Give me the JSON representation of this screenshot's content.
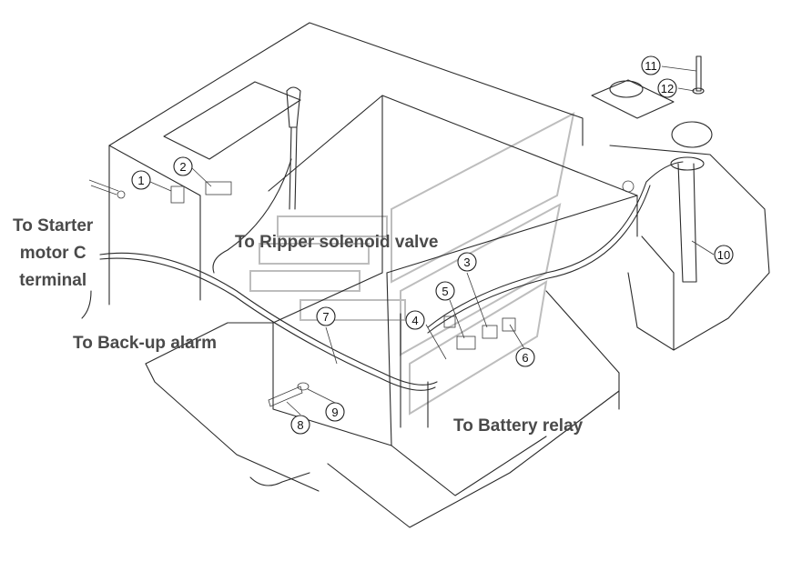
{
  "labels": {
    "starter": "To Starter\nmotor C\nterminal",
    "ripper": "To Ripper solenoid valve",
    "backup": "To Back-up alarm",
    "battery": "To Battery relay"
  },
  "callouts": [
    "1",
    "2",
    "3",
    "4",
    "5",
    "6",
    "7",
    "8",
    "9",
    "10",
    "11",
    "12"
  ]
}
